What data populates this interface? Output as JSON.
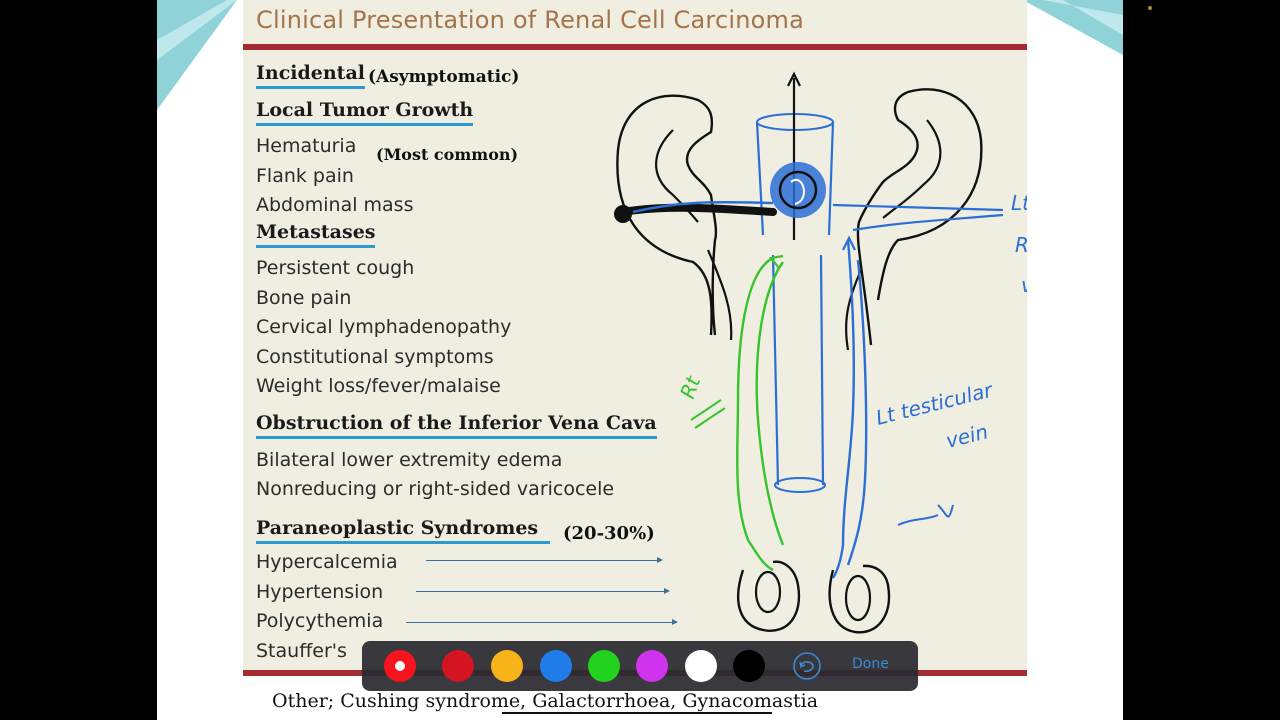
{
  "slide": {
    "title": "Clinical Presentation of Renal Cell Carcinoma",
    "sections": {
      "incidental": {
        "heading": "Incidental",
        "note": "(Asymptomatic)"
      },
      "local": {
        "heading": "Local Tumor Growth",
        "items": [
          "Hematuria",
          "Flank pain",
          "Abdominal mass"
        ],
        "hematuria_note": "(Most common)"
      },
      "metastases": {
        "heading": "Metastases",
        "items": [
          "Persistent cough",
          "Bone pain",
          "Cervical lymphadenopathy",
          "Constitutional symptoms",
          "Weight loss/fever/malaise"
        ]
      },
      "ivc": {
        "heading": "Obstruction of the Inferior Vena Cava",
        "items": [
          "Bilateral lower extremity edema",
          "Nonreducing or right-sided varicocele"
        ]
      },
      "paraneoplastic": {
        "heading": "Paraneoplastic Syndromes",
        "note": "(20-30%)",
        "items": [
          "Hypercalcemia",
          "Hypertension",
          "Polycythemia",
          "Stauffer's"
        ]
      }
    },
    "footer": "Other; Cushing syndrome, Galactorrhoea, Gynacomastia"
  },
  "annotations": {
    "left_renal_vein": [
      "Lt.",
      "Renal",
      "vein"
    ],
    "left_testicular_vein": [
      "Lt testicular",
      "vein"
    ],
    "right": "Rt"
  },
  "toolbar": {
    "colors": [
      "#f5141e",
      "#d41422",
      "#f7b317",
      "#1f7ce8",
      "#22d21c",
      "#cf33ee",
      "#ffffff",
      "#000000"
    ],
    "done_label": "Done",
    "undo_icon": "undo-icon"
  }
}
